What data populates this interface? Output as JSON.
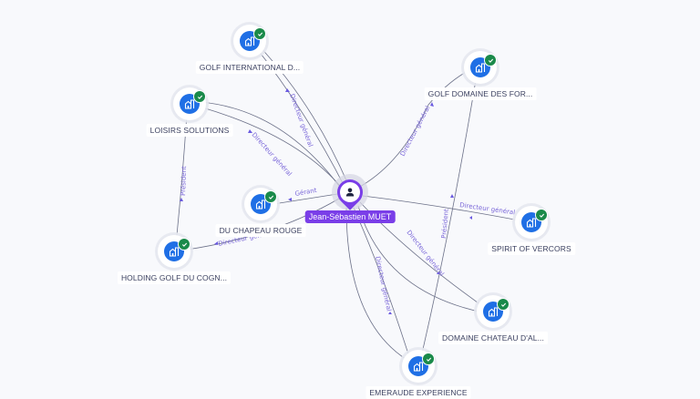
{
  "graph": {
    "central": {
      "id": "p",
      "label": "Jean-Sébastien MUET",
      "icon": "person-icon",
      "color": "#7a3ee8"
    },
    "companies": [
      {
        "id": "gi",
        "label": "GOLF INTERNATIONAL D...",
        "icon": "building-icon",
        "verified": true
      },
      {
        "id": "ls",
        "label": "LOISIRS SOLUTIONS",
        "icon": "building-icon",
        "verified": true
      },
      {
        "id": "cr",
        "label": "DU CHAPEAU ROUGE",
        "icon": "building-icon",
        "verified": true
      },
      {
        "id": "hg",
        "label": "HOLDING GOLF DU COGN...",
        "icon": "building-icon",
        "verified": true
      },
      {
        "id": "gd",
        "label": "GOLF DOMAINE DES FOR...",
        "icon": "building-icon",
        "verified": true
      },
      {
        "id": "sv",
        "label": "SPIRIT OF VERCORS",
        "icon": "building-icon",
        "verified": true
      },
      {
        "id": "dc",
        "label": "DOMAINE CHATEAU D'AL...",
        "icon": "building-icon",
        "verified": true
      },
      {
        "id": "ee",
        "label": "EMERAUDE EXPERIENCE",
        "icon": "building-icon",
        "verified": true
      }
    ],
    "edges": [
      {
        "from": "p",
        "to": "gi",
        "label": "Directeur général"
      },
      {
        "from": "p",
        "to": "ls",
        "label": "Directeur général"
      },
      {
        "from": "p",
        "to": "cr",
        "label": "Gérant"
      },
      {
        "from": "p",
        "to": "hg",
        "label": "Directeur général"
      },
      {
        "from": "p",
        "to": "gd",
        "label": "Directeur général"
      },
      {
        "from": "p",
        "to": "sv",
        "label": "Directeur général"
      },
      {
        "from": "p",
        "to": "dc",
        "label": "Directeur général"
      },
      {
        "from": "p",
        "to": "ee",
        "label": "Directeur général"
      },
      {
        "from": "ls",
        "to": "hg",
        "label": "Président"
      },
      {
        "from": "ee",
        "to": "gd",
        "label": "Président"
      }
    ],
    "colors": {
      "company": "#1f6fe5",
      "verified": "#1a8a4a",
      "edge_label": "#7b68d9"
    }
  }
}
